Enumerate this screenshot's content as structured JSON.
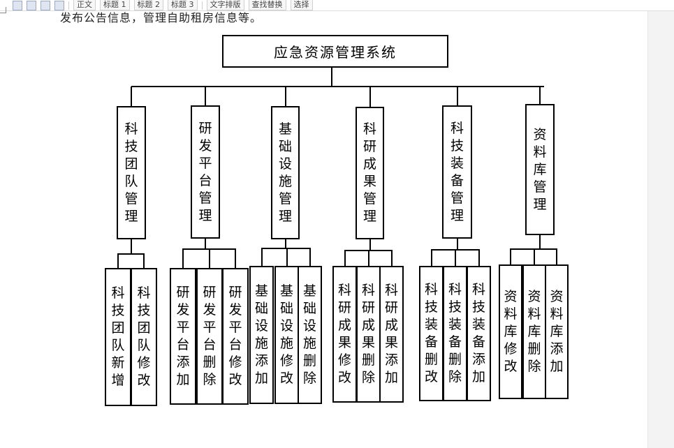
{
  "toolbar": {
    "items": [
      "正文",
      "标题 1",
      "标题 2",
      "标题 3",
      "文字排版",
      "查找替换",
      "选择"
    ]
  },
  "document": {
    "preceding_text": "发布公告信息，管理自助租房信息等。"
  },
  "diagram": {
    "root": "应急资源管理系统",
    "branches": [
      {
        "name": "科技团队管理",
        "children": [
          "科技团队新增",
          "科技团队修改"
        ]
      },
      {
        "name": "研发平台管理",
        "children": [
          "研发平台添加",
          "研发平台删除",
          "研发平台修改"
        ]
      },
      {
        "name": "基础设施管理",
        "children": [
          "基础设施添加",
          "基础设施修改",
          "基础设施删除"
        ]
      },
      {
        "name": "科研成果管理",
        "children": [
          "科研成果修改",
          "科研成果删除",
          "科研成果添加"
        ]
      },
      {
        "name": "科技装备管理",
        "children": [
          "科技装备删改",
          "科技装备删除",
          "科技装备添加"
        ]
      },
      {
        "name": "资料库管理",
        "children": [
          "资料库修改",
          "资料库删除",
          "资料库添加"
        ]
      }
    ]
  }
}
